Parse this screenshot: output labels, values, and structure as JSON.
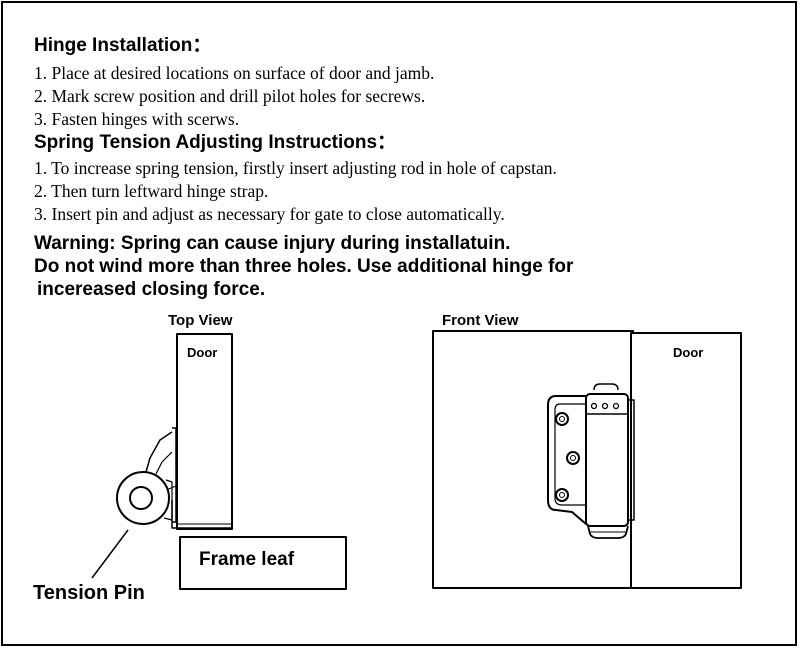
{
  "instructions": {
    "installation": {
      "heading": "Hinge Installation：",
      "steps": [
        "1. Place at desired locations on surface of door and jamb.",
        "2. Mark screw position and drill pilot holes for secrews.",
        "3. Fasten hinges with scerws."
      ]
    },
    "spring_tension": {
      "heading": "Spring Tension Adjusting Instructions：",
      "steps": [
        "1. To increase spring tension, firstly insert adjusting rod in hole of capstan.",
        "2. Then turn leftward hinge strap.",
        "3. Insert pin and adjust as necessary for gate to close automatically."
      ]
    },
    "warning": [
      "Warning: Spring can cause injury during installatuin.",
      "Do not wind more than three holes. Use additional hinge for",
      "incereased closing force."
    ]
  },
  "top_view": {
    "title": "Top View",
    "door_label": "Door",
    "frame_label": "Frame leaf",
    "pin_label": "Tension Pin"
  },
  "front_view": {
    "title": "Front View",
    "door_label": "Door"
  }
}
